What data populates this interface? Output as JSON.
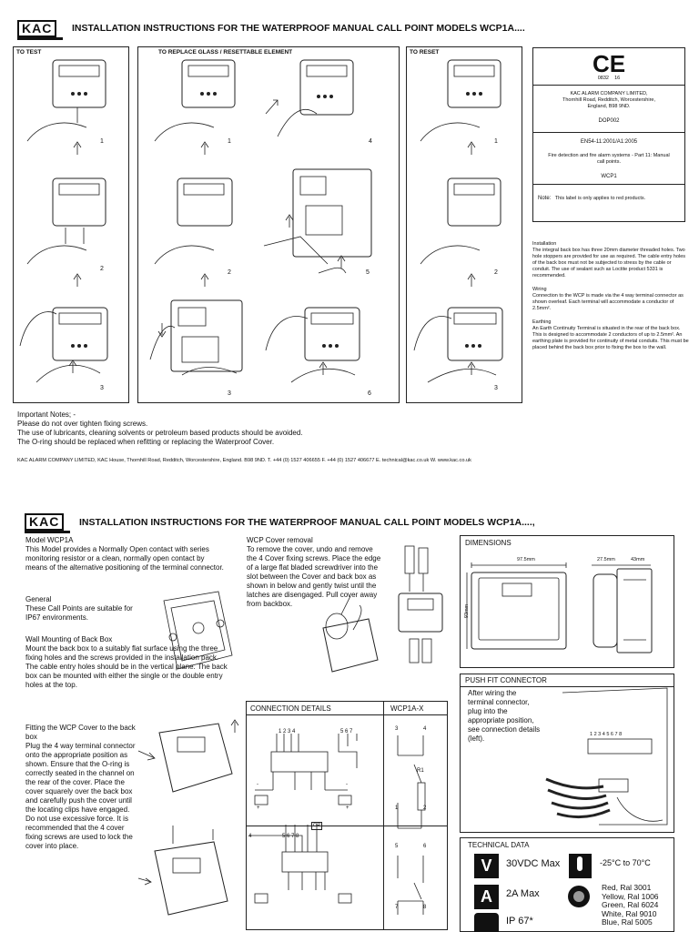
{
  "top": {
    "logo": "KAC",
    "title": "INSTALLATION INSTRUCTIONS FOR THE WATERPROOF MANUAL CALL POINT MODELS WCP1A....",
    "panels": {
      "to_test": "TO TEST",
      "to_replace": "TO REPLACE GLASS / RESETTABLE ELEMENT",
      "to_reset": "TO RESET"
    },
    "step_numbers": [
      "1",
      "2",
      "3",
      "4",
      "2",
      "3",
      "1",
      "5",
      "6",
      "1",
      "2",
      "3"
    ],
    "ce": {
      "mark": "CE",
      "code": "0832",
      "year": "16",
      "company": "KAC ALARM COMPANY LIMITED,",
      "address1": "Thornhill Road, Redditch, Worcestershire,",
      "address2": "England, B98 9ND.",
      "dop": "DOP002",
      "standard": "EN54-11:2001/A1:2005",
      "desc": "Fire detection and fire alarm systems - Part 11: Manual call points.",
      "model": "WCP1",
      "note_label": "Note:",
      "note": "This label is only applies to red products."
    },
    "installation": {
      "heading": "Installation",
      "text": "The integral back box has three 20mm diameter threaded holes. Two hole stoppers are provided for use as required. The cable entry holes of the back box must not be subjected to stress by the cable or conduit. The use of sealant such as Loctite product 5331 is recommended."
    },
    "wiring": {
      "heading": "Wiring",
      "text": "Connection to the WCP is made via the 4 way terminal connector as shown overleaf. Each terminal will accommodate a conductor of 2.5mm²."
    },
    "earthing": {
      "heading": "Earthing",
      "text": "An Earth Continuity Terminal is situated in the rear of the back box. This is designed to accommodate 2 conductors of up to 2.5mm². An earthing plate is provided for continuity of metal conduits. This must be placed behind the back box prior to fixing the box to the wall."
    },
    "notes": [
      "Important Notes; -",
      "Please do not over tighten fixing screws.",
      "The use of lubricants, cleaning solvents or petroleum based products should be avoided.",
      "The O-ring should be replaced when refitting or replacing the Waterproof Cover."
    ],
    "footer": "KAC ALARM COMPANY LIMITED, KAC House, Thornhill Road, Redditch, Worcestershire, England. B98 9ND. T. +44 (0) 1527 406655  F. +44 (0) 1527 406677  E. technical@kac.co.uk  W. www.kac.co.uk"
  },
  "bottom": {
    "logo": "KAC",
    "title": "INSTALLATION INSTRUCTIONS FOR THE WATERPROOF MANUAL CALL POINT MODELS WCP1A....,",
    "model": {
      "heading": "Model WCP1A",
      "text": "This Model provides a Normally Open contact with series monitoring resistor or a clean, normally open contact by means of the alternative positioning of the terminal connector."
    },
    "general": {
      "heading": "General",
      "text": "These Call Points are suitable for IP67 environments."
    },
    "wall": {
      "heading": "Wall Mounting of Back Box",
      "text": "Mount the back box to a suitably flat surface using the three fixing holes and the screws provided in the installation pack. The cable entry holes should be in the vertical plane. The back box can be mounted with either the single or the double entry holes at the top."
    },
    "fitting": {
      "heading": "Fitting the WCP Cover to the back box",
      "text": "Plug the 4 way terminal connector onto the appropriate position as shown. Ensure that the O-ring is correctly seated in the channel on the rear of the cover. Place the cover squarely over the back box and carefully push the cover until the locating clips have engaged. Do not use excessive force. It is recommended that the 4 cover fixing screws are used to lock the cover into place."
    },
    "removal": {
      "heading": "WCP Cover removal",
      "text": "To remove the cover, undo and remove the 4 Cover fixing screws. Place the edge of a large flat bladed screwdriver into the slot between the Cover and back box as shown in below and gently twist until the latches are disengaged. Pull cover away from backbox."
    },
    "dimensions": {
      "heading": "DIMENSIONS",
      "width": "97.5mm",
      "depth1": "27.5mm",
      "depth2": "43mm",
      "height": "93mm"
    },
    "connection": {
      "heading": "CONNECTION DETAILS",
      "model_heading": "WCP1A-X",
      "terms_a": "1 2 3 4",
      "terms_b": "5 6 7",
      "terms_c": "4",
      "terms_d": "5 6 7 8",
      "or": "OR",
      "plus": "+",
      "minus": "-",
      "r1": "R1",
      "pins": [
        "3",
        "4",
        "1",
        "2",
        "5",
        "6",
        "7",
        "8"
      ]
    },
    "push_fit": {
      "heading": "PUSH FIT CONNECTOR",
      "text": "After wiring the terminal connector, plug into the appropriate position, see connection details (left).",
      "pins": "1 2 3 4   5 6 7 8"
    },
    "technical": {
      "heading": "TECHNICAL DATA",
      "voltage": "30VDC Max",
      "current": "2A Max",
      "ip": "IP 67*",
      "temp": "-25°C to 70°C",
      "colors": [
        "Red, Ral 3001",
        "Yellow, Ral 1006",
        "Green, Ral 6024",
        "White, Ral 9010",
        "Blue, Ral 5005"
      ]
    }
  }
}
